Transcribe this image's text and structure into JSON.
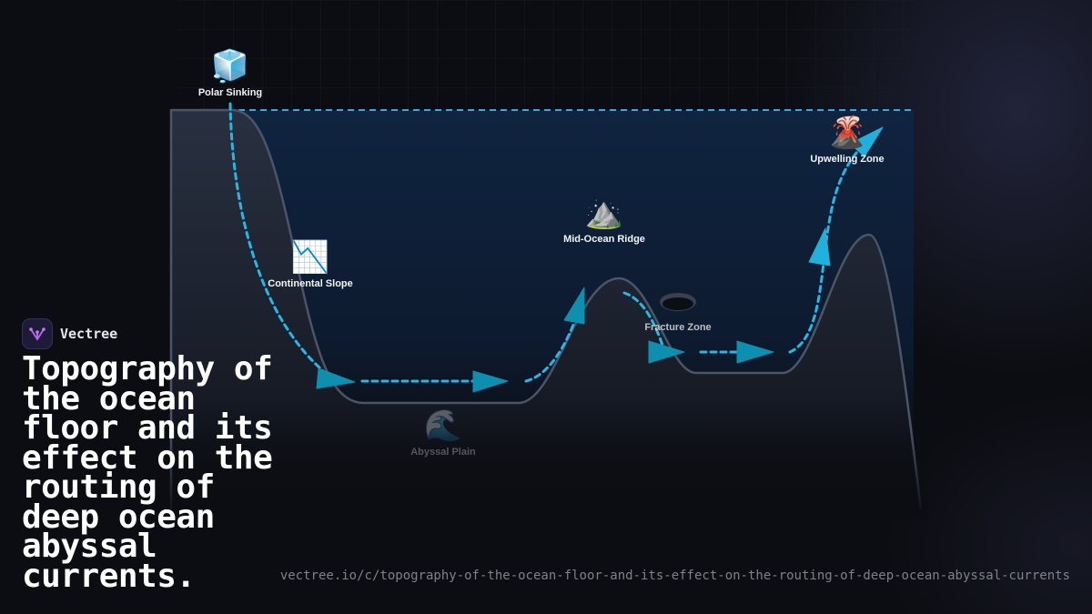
{
  "brand": {
    "name": "Vectree"
  },
  "title": "Topography of the ocean floor and its effect on the routing of deep ocean abyssal currents.",
  "source_url": "vectree.io/c/topography-of-the-ocean-floor-and-its-effect-on-the-routing-of-deep-ocean-abyssal-currents",
  "nodes": {
    "polar_sinking": {
      "label": "Polar Sinking",
      "icon": "🧊",
      "icon_name": "ice-cube-icon"
    },
    "continental_slope": {
      "label": "Continental Slope",
      "icon": "📉",
      "icon_name": "chart-decreasing-icon"
    },
    "abyssal_plain": {
      "label": "Abyssal Plain",
      "icon": "🌊",
      "icon_name": "wave-icon"
    },
    "mid_ocean_ridge": {
      "label": "Mid-Ocean Ridge",
      "icon": "⛰️",
      "icon_name": "mountain-icon"
    },
    "fracture_zone": {
      "label": "Fracture Zone",
      "icon": "🕳️",
      "icon_name": "hole-icon"
    },
    "upwelling_zone": {
      "label": "Upwelling Zone",
      "icon": "🌋",
      "icon_name": "volcano-icon"
    }
  },
  "colors": {
    "current_path": "#29b6e6",
    "arrow_fill": "#0f8fb0",
    "terrain_stroke": "#4a5568",
    "sea_surface": "#38a8e0",
    "ocean_top": "#0f2440",
    "background": "#0c0d12"
  }
}
